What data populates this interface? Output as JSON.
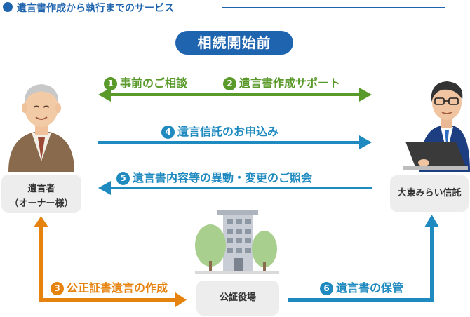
{
  "header": {
    "title": "遺言書作成から執行までのサービス"
  },
  "phase_label": "相続開始前",
  "steps": [
    {
      "num": "1",
      "label": "事前のご相談"
    },
    {
      "num": "2",
      "label": "遺言書作成サポート"
    },
    {
      "num": "3",
      "label": "公正証書遺言の作成"
    },
    {
      "num": "4",
      "label": "遺言信託のお申込み"
    },
    {
      "num": "5",
      "label": "遺言書内容等の異動・変更のご照会"
    },
    {
      "num": "6",
      "label": "遺言書の保管"
    }
  ],
  "owner": {
    "line1": "遺言者",
    "line2": "（オーナー様）"
  },
  "trust": {
    "label": "大東みらい信託"
  },
  "notary": {
    "label": "公証役場"
  },
  "colors": {
    "navy": "#1f64ae",
    "green": "#5a9a2b",
    "blue": "#1f8ac0",
    "orange": "#e6830f"
  }
}
